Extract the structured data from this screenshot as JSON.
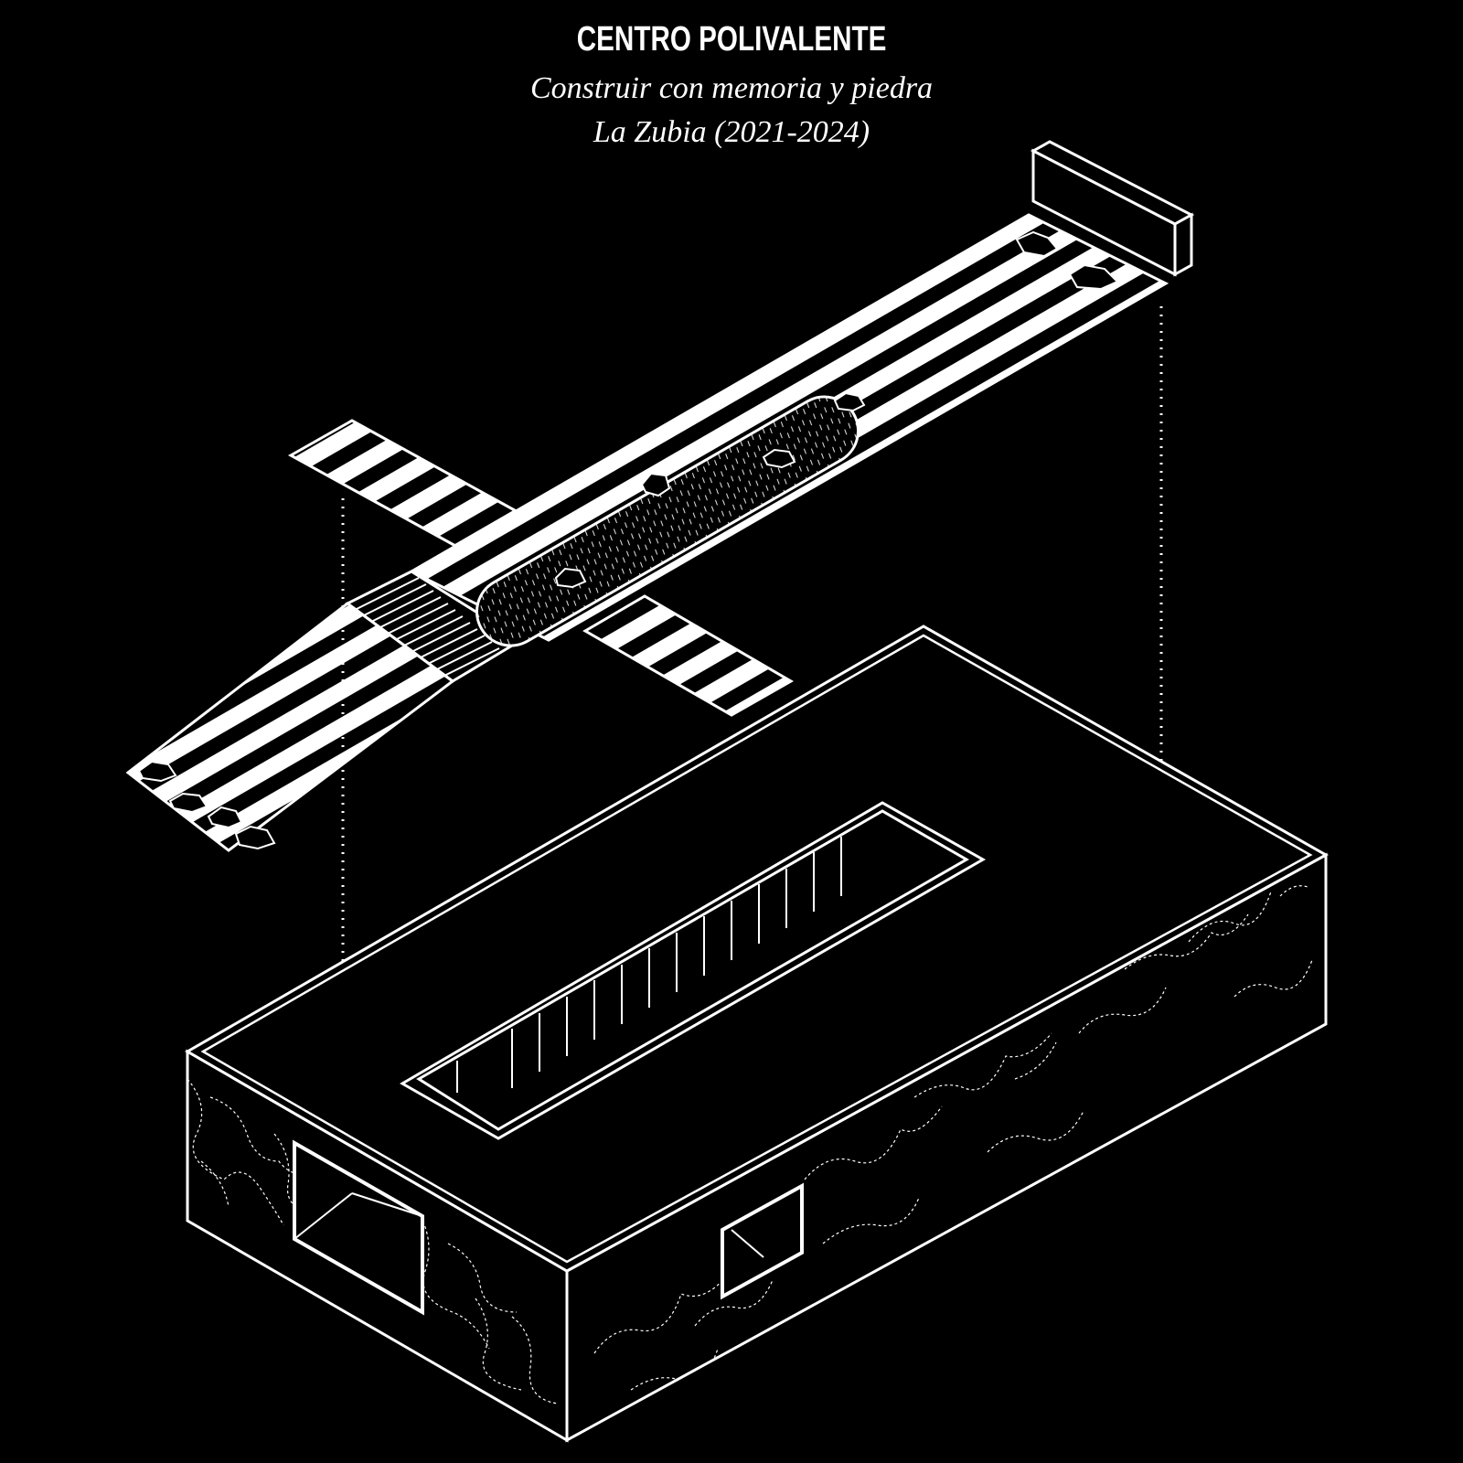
{
  "header": {
    "title": "CENTRO POLIVALENTE",
    "subtitle": "Construir con memoria y piedra",
    "place_years": "La Zubia (2021-2024)"
  },
  "colors": {
    "background": "#000000",
    "line": "#ffffff",
    "planting": "#ffffff"
  },
  "icons": {
    "stone": "stone-icon",
    "plant": "vegetation-texture"
  }
}
